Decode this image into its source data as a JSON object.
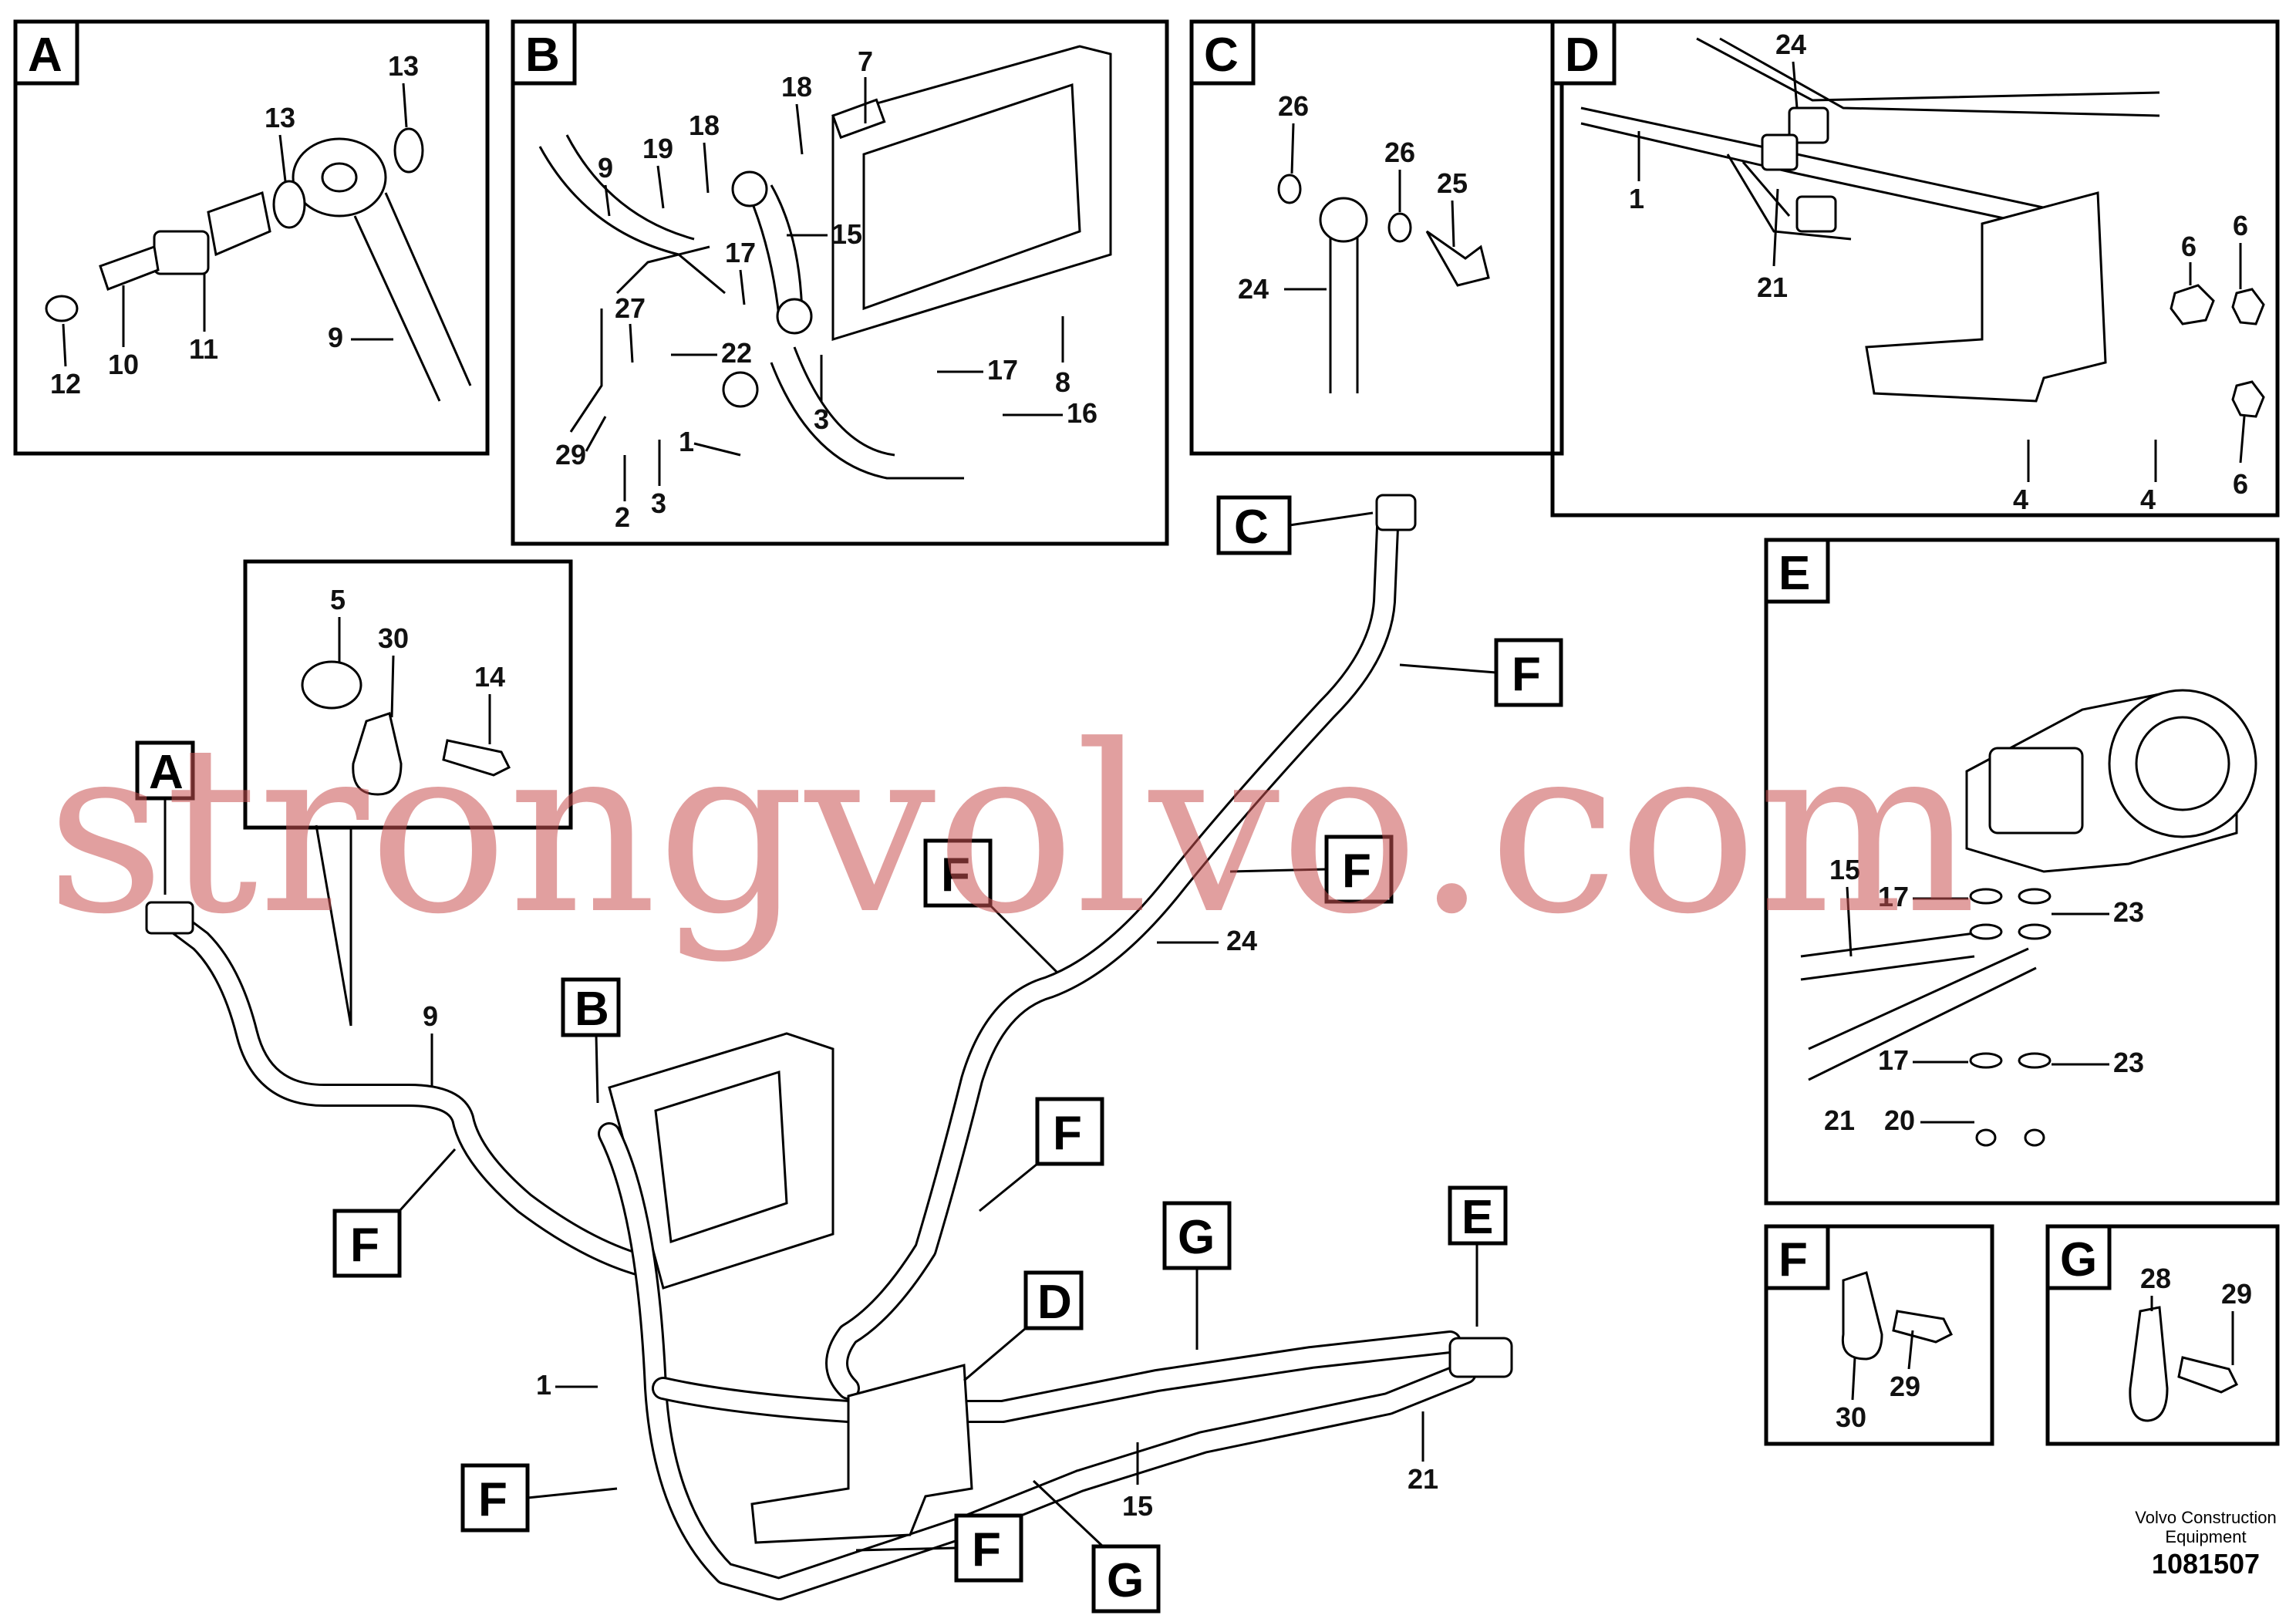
{
  "watermark": "strongvolvo.com",
  "footer": {
    "company_line1": "Volvo Construction",
    "company_line2": "Equipment",
    "drawing_number": "1081507"
  },
  "panels": {
    "A": {
      "label": "A",
      "callouts": [
        "13",
        "13",
        "12",
        "10",
        "11",
        "9"
      ]
    },
    "B": {
      "label": "B",
      "callouts": [
        "7",
        "18",
        "18",
        "19",
        "9",
        "15",
        "17",
        "27",
        "22",
        "17",
        "16",
        "8",
        "29",
        "2",
        "3",
        "1",
        "3"
      ]
    },
    "C": {
      "label": "C",
      "callouts": [
        "26",
        "26",
        "25",
        "24"
      ]
    },
    "D": {
      "label": "D",
      "callouts": [
        "24",
        "1",
        "21",
        "6",
        "6",
        "6",
        "4",
        "4"
      ]
    },
    "E": {
      "label": "E",
      "callouts": [
        "15",
        "17",
        "23",
        "17",
        "23",
        "21",
        "20"
      ]
    },
    "clip": {
      "callouts": [
        "5",
        "30",
        "14"
      ]
    },
    "F": {
      "label": "F",
      "callouts": [
        "30",
        "29"
      ]
    },
    "G": {
      "label": "G",
      "callouts": [
        "28",
        "29"
      ]
    }
  },
  "main": {
    "tags": [
      "A",
      "B",
      "C",
      "D",
      "E",
      "F",
      "F",
      "F",
      "F",
      "F",
      "F",
      "F",
      "G",
      "G"
    ],
    "callouts": [
      "9",
      "24",
      "1",
      "15",
      "21"
    ]
  }
}
